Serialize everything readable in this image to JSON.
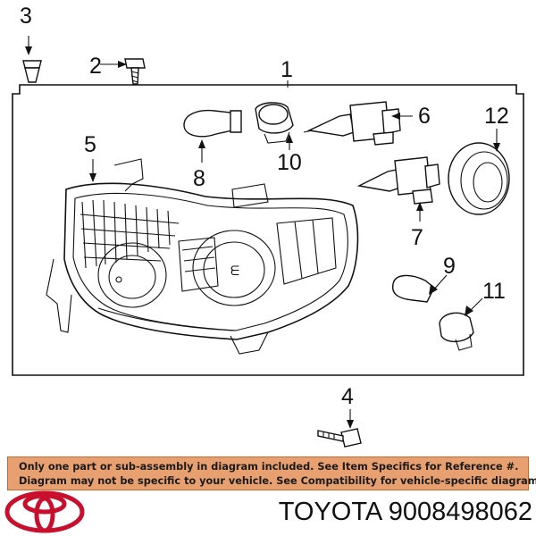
{
  "callouts": {
    "c1": "1",
    "c2": "2",
    "c3": "3",
    "c4": "4",
    "c5": "5",
    "c6": "6",
    "c7": "7",
    "c8": "8",
    "c9": "9",
    "c10": "10",
    "c11": "11",
    "c12": "12"
  },
  "notice": {
    "line1": "Only one part or sub-assembly in diagram included. See Item Specifics for Reference #.",
    "line2": "Diagram may not be specific to your vehicle. See Compatibility for vehicle-specific diagrams.",
    "background_color": "#e8a070"
  },
  "brand": {
    "part_label": "TOYOTA 9008498062",
    "logo_color": "#c8102e",
    "logo_icon": "toyota-logo-icon"
  }
}
